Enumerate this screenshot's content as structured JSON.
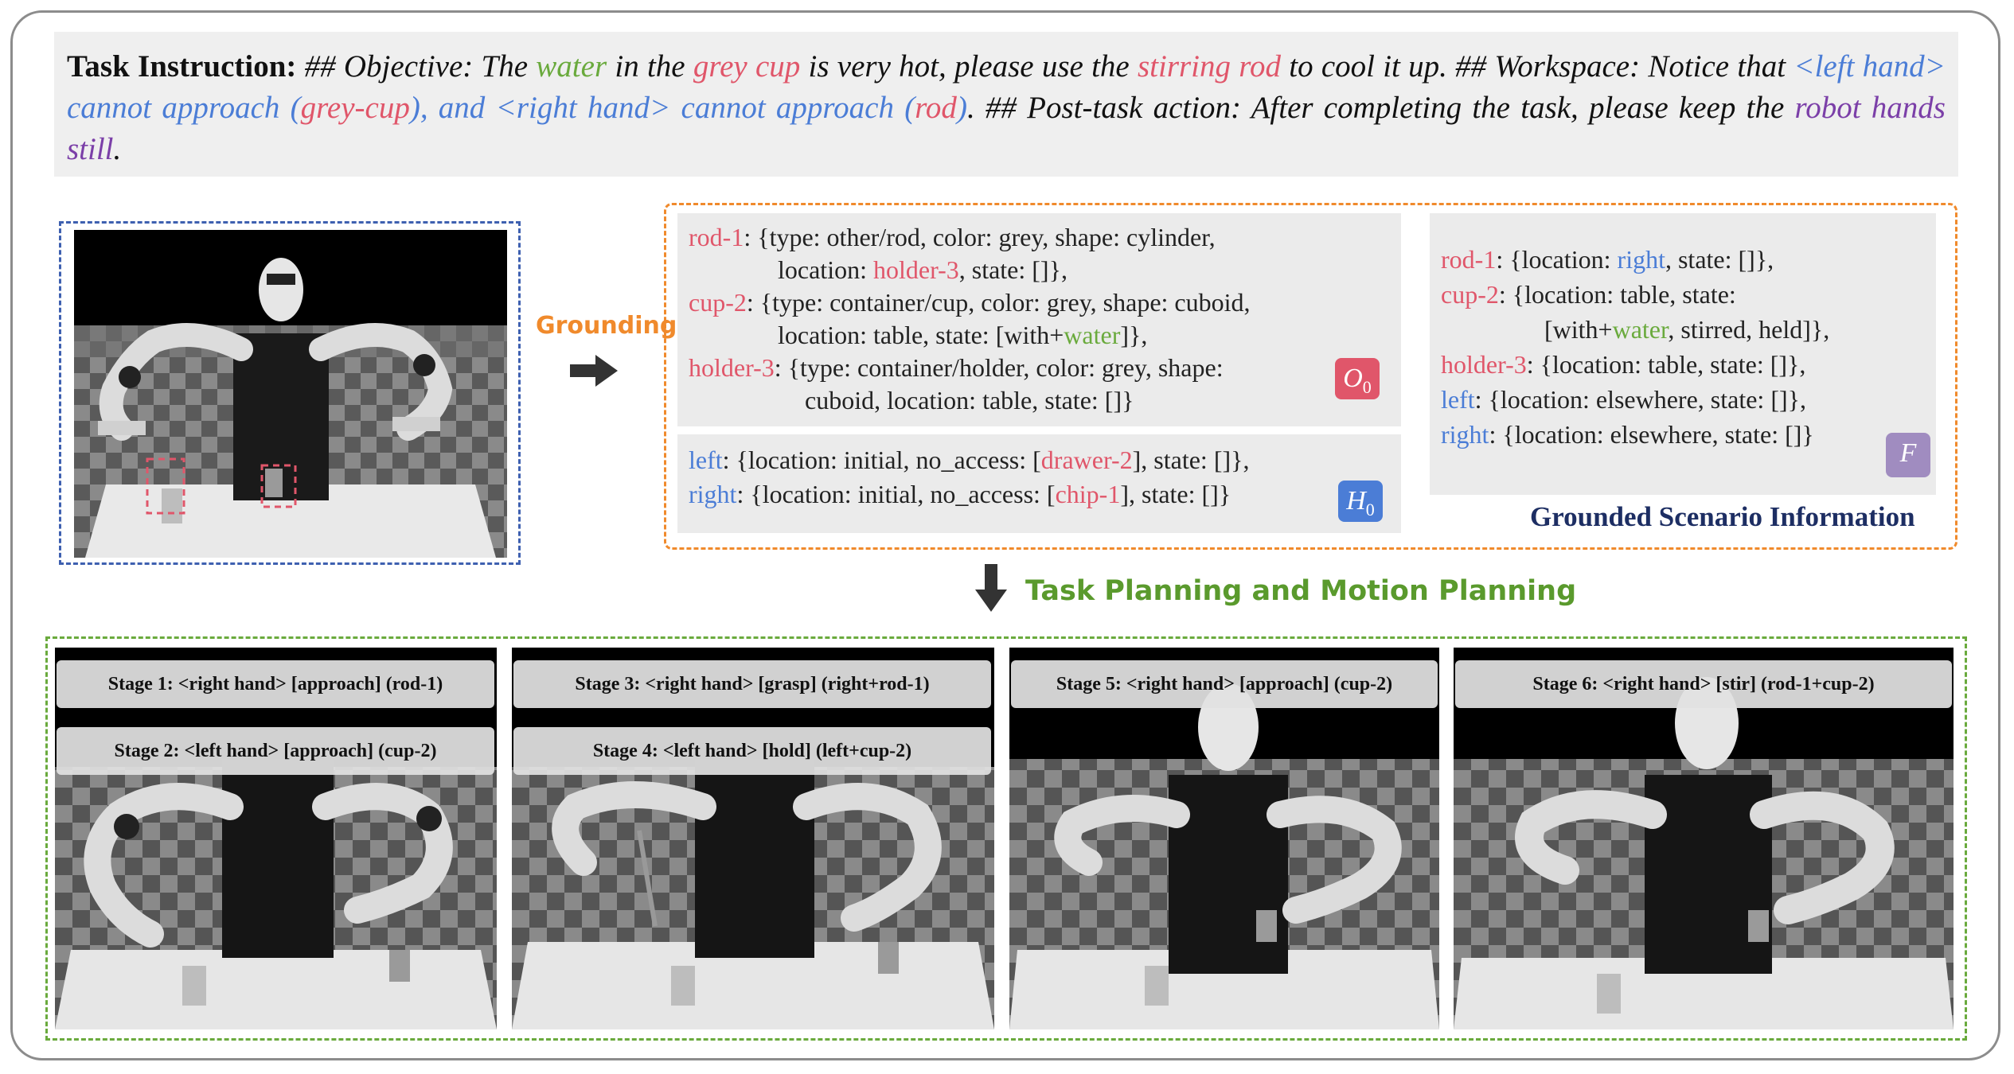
{
  "instruction": {
    "label": "Task Instruction:",
    "objective_prefix": " ## Objective: The ",
    "water": "water",
    "in_the": " in the ",
    "grey_cup": "grey cup",
    "please_use": " is very hot, please use the ",
    "stirring_rod": "stirring rod",
    "to_cool": " to cool it up. ## Workspace: Notice that ",
    "ws_left": "<left hand> cannot approach (",
    "ws_greycup": "grey-cup",
    "ws_mid": "), and <right hand> cannot approach (",
    "ws_rod": "rod",
    "ws_close": ")",
    "post": ". ## Post-task action: After completing the task, please keep the ",
    "robot_still": "robot hands still",
    "end": "."
  },
  "grounding_label": "Grounding",
  "objects_box": {
    "rod_key": "rod-1",
    "rod_l1": ": {type: other/rod, color: grey, shape: cylinder,",
    "rod_l2a": "location: ",
    "rod_l2_holder": "holder-3",
    "rod_l2b": ", state: []},",
    "cup_key": "cup-2",
    "cup_l1": ": {type: container/cup, color: grey, shape: cuboid,",
    "cup_l2a": "location: table, state: [with+",
    "cup_l2_water": "water",
    "cup_l2b": "]},",
    "holder_key": "holder-3",
    "holder_l1": ": {type: container/holder, color: grey, shape:",
    "holder_l2": "cuboid, location: table, state: []}",
    "badge": "O",
    "badge_sub": "0"
  },
  "hands_box": {
    "left_key": "left",
    "left_a": ": {location: initial, no_access: [",
    "left_item": "drawer-2",
    "left_b": "], state: []},",
    "right_key": "right",
    "right_a": ": {location: initial, no_access: [",
    "right_item": "chip-1",
    "right_b": "], state: []}",
    "badge": "H",
    "badge_sub": "0"
  },
  "final_box": {
    "rod_key": "rod-1",
    "rod_a": ": {location: ",
    "rod_right": "right",
    "rod_b": ", state: []},",
    "cup_key": "cup-2",
    "cup_a": ": {location: table, state:",
    "cup_l2a": "[with+",
    "cup_water": "water",
    "cup_l2b": ", stirred, held]},",
    "holder_key": "holder-3",
    "holder_a": ": {location: table, state: []},",
    "left_key": "left",
    "left_a": ": {location: elsewhere, state: []},",
    "right_key": "right",
    "right_a": ": {location: elsewhere, state: []}",
    "badge": "F"
  },
  "grounded_title": "Grounded Scenario Information",
  "planning_label": "Task Planning and Motion Planning",
  "stages": [
    "Stage 1: <right hand> [approach] (rod-1)",
    "Stage 2: <left hand> [approach] (cup-2)",
    "Stage 3: <right hand> [grasp] (right+rod-1)",
    "Stage 4: <left hand> [hold] (left+cup-2)",
    "Stage 5: <right hand> [approach] (cup-2)",
    "Stage 6: <right hand> [stir] (rod-1+cup-2)"
  ],
  "colors": {
    "object": "#e0566a",
    "hand": "#4b7dd6",
    "water": "#6aaa3d",
    "badge_O": "#e0566a",
    "badge_H": "#4b7dd6",
    "badge_F": "#a08cc0"
  }
}
